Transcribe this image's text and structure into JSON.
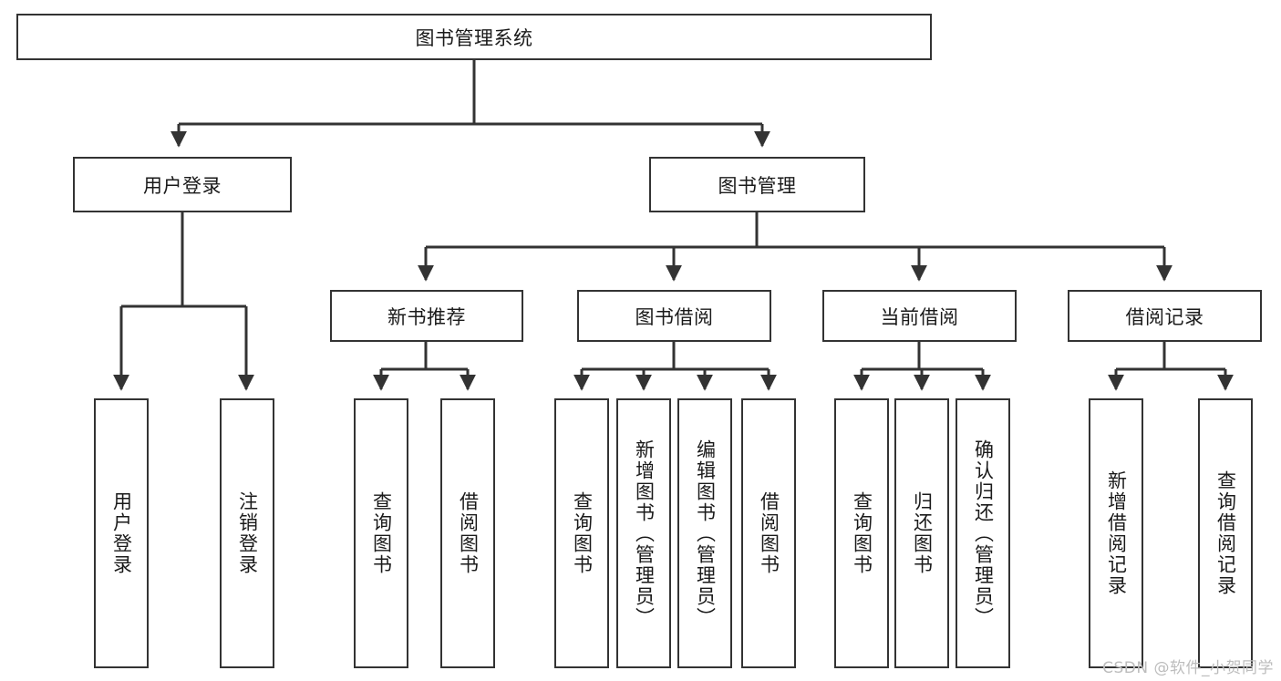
{
  "diagram": {
    "type": "tree",
    "title": "图书管理系统",
    "orientation": "top-down",
    "colors": {
      "box_border": "#333333",
      "box_fill": "#ffffff",
      "edge": "#333333",
      "text": "#1a1a1a",
      "watermark": "#bdbdbd"
    }
  },
  "root": {
    "label": "图书管理系统"
  },
  "level2": [
    {
      "label": "用户登录"
    },
    {
      "label": "图书管理"
    }
  ],
  "level3": [
    {
      "label": "新书推荐"
    },
    {
      "label": "图书借阅"
    },
    {
      "label": "当前借阅"
    },
    {
      "label": "借阅记录"
    }
  ],
  "leaves": {
    "user_login": [
      {
        "label": "用户登录"
      },
      {
        "label": "注销登录"
      }
    ],
    "new_book": [
      {
        "label": "查询图书"
      },
      {
        "label": "借阅图书"
      }
    ],
    "book_borrow": [
      {
        "label": "查询图书"
      },
      {
        "label": "新增图书（管理员）"
      },
      {
        "label": "编辑图书（管理员）"
      },
      {
        "label": "借阅图书"
      }
    ],
    "current_borrow": [
      {
        "label": "查询图书"
      },
      {
        "label": "归还图书"
      },
      {
        "label": "确认归还（管理员）"
      }
    ],
    "borrow_record": [
      {
        "label": "新增借阅记录"
      },
      {
        "label": "查询借阅记录"
      }
    ]
  },
  "watermark": {
    "text": "CSDN @软件_小贺同学"
  }
}
